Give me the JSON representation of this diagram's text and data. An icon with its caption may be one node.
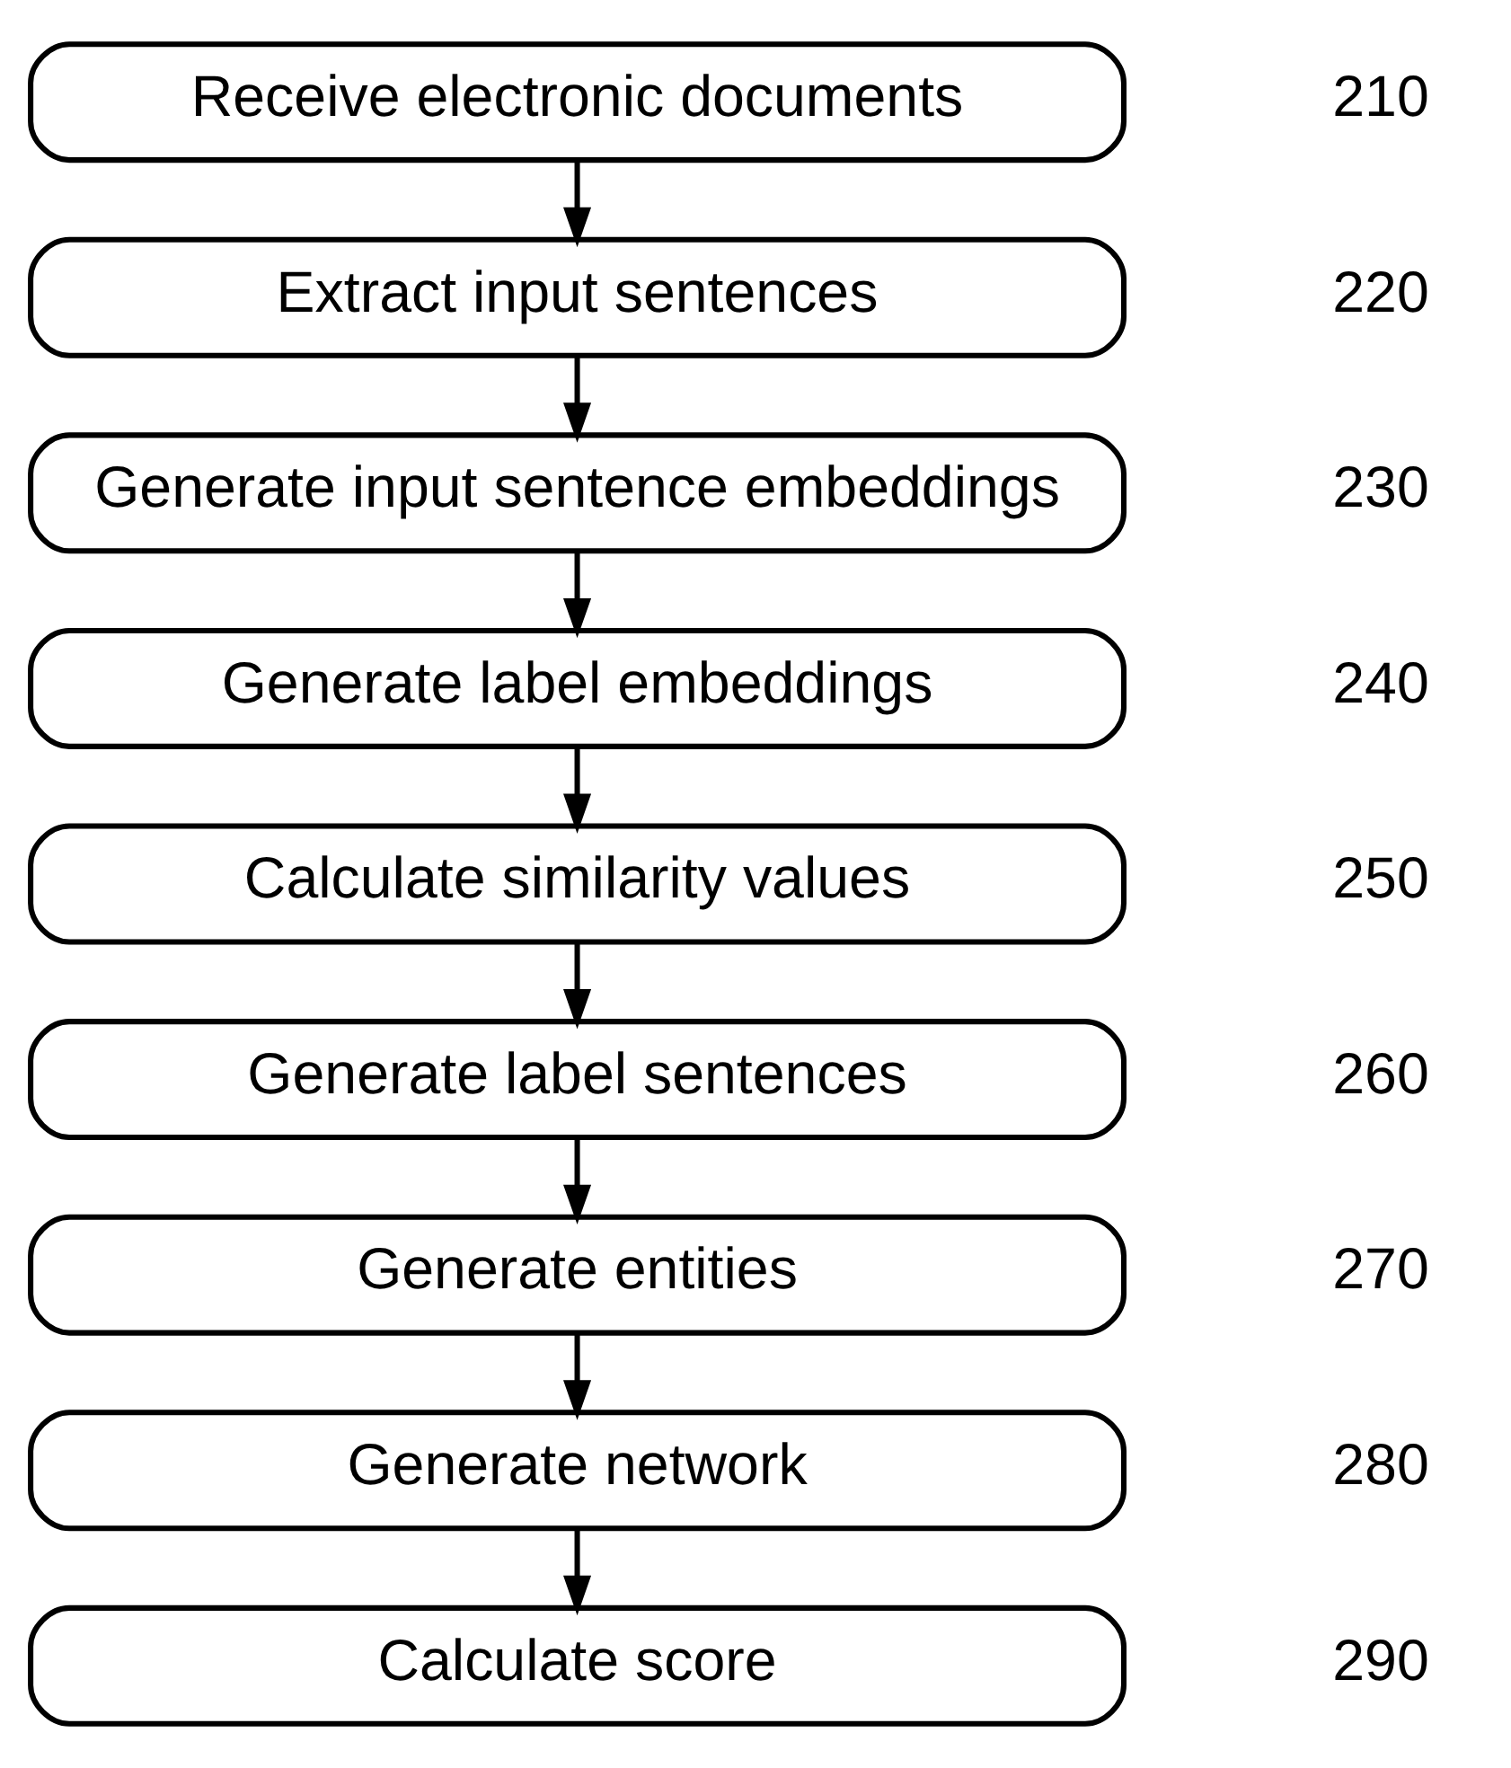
{
  "diagram": {
    "nodes": [
      {
        "text": [
          "Receive electronic documents"
        ],
        "beside": [
          "210"
        ]
      },
      {
        "text": [
          "Extract input sentences"
        ],
        "beside": [
          "220"
        ]
      },
      {
        "text": [
          "Generate input sentence embeddings"
        ],
        "beside": [
          "230"
        ]
      },
      {
        "text": [
          "Generate label embeddings"
        ],
        "beside": [
          "240"
        ]
      },
      {
        "text": [
          "Calculate similarity values"
        ],
        "beside": [
          "250"
        ]
      },
      {
        "text": [
          "Generate label sentences"
        ],
        "beside": [
          "260"
        ]
      },
      {
        "text": [
          "Generate entities"
        ],
        "beside": [
          "270"
        ]
      },
      {
        "text": [
          "Generate network"
        ],
        "beside": [
          "280"
        ]
      },
      {
        "text": [
          "Calculate score"
        ],
        "beside": [
          "290"
        ]
      }
    ],
    "edges": [
      {
        "from": 0,
        "to": 1,
        "arrow": "to"
      },
      {
        "from": 1,
        "to": 2,
        "arrow": "to"
      },
      {
        "from": 2,
        "to": 3,
        "arrow": "to"
      },
      {
        "from": 3,
        "to": 4,
        "arrow": "to"
      },
      {
        "from": 4,
        "to": 5,
        "arrow": "to"
      },
      {
        "from": 5,
        "to": 6,
        "arrow": "to"
      },
      {
        "from": 6,
        "to": 7,
        "arrow": "to"
      },
      {
        "from": 7,
        "to": 8,
        "arrow": "to"
      }
    ]
  }
}
